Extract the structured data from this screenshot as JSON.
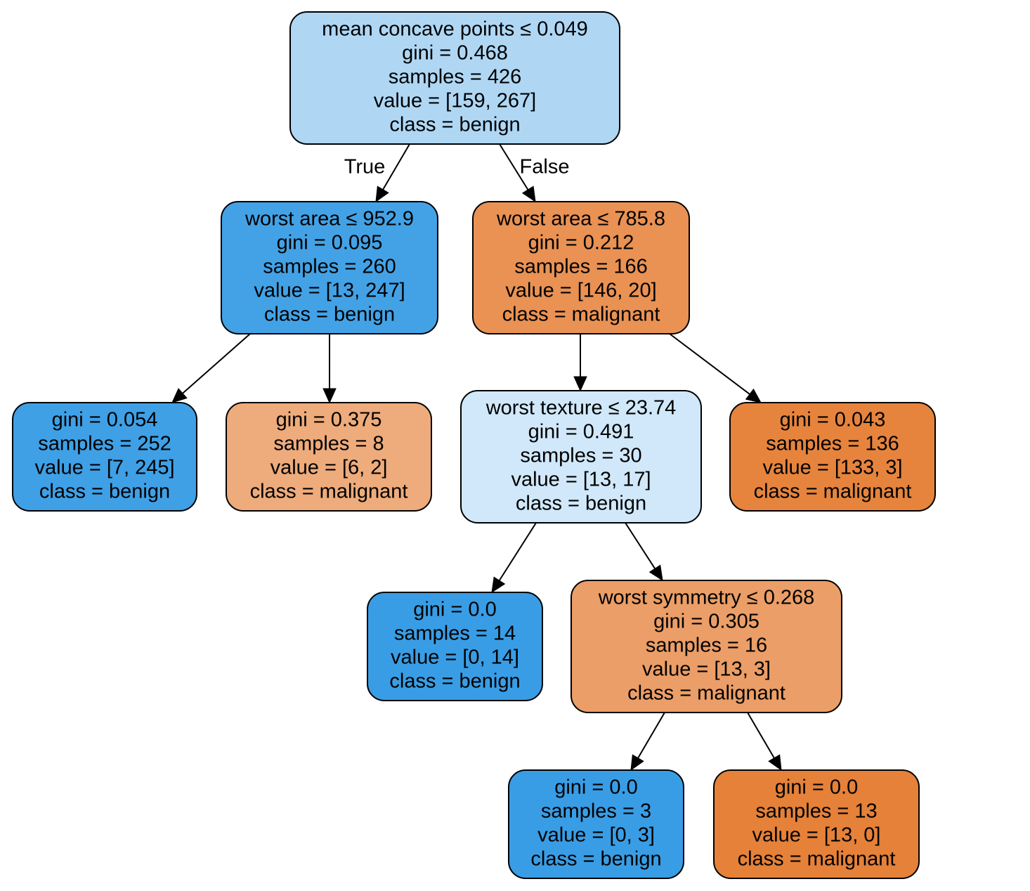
{
  "tree": {
    "nodes": {
      "n0": {
        "lines": [
          "mean concave points ≤ 0.049",
          "gini = 0.468",
          "samples = 426",
          "value = [159, 267]",
          "class = benign"
        ],
        "fill": "#afd7f4"
      },
      "n1": {
        "lines": [
          "worst area ≤ 952.9",
          "gini = 0.095",
          "samples = 260",
          "value = [13, 247]",
          "class = benign"
        ],
        "fill": "#43a2e6"
      },
      "n2": {
        "lines": [
          "gini = 0.054",
          "samples = 252",
          "value = [7, 245]",
          "class = benign"
        ],
        "fill": "#3fa0e6"
      },
      "n3": {
        "lines": [
          "gini = 0.375",
          "samples = 8",
          "value = [6, 2]",
          "class = malignant"
        ],
        "fill": "#eeab7b"
      },
      "n4": {
        "lines": [
          "worst area ≤ 785.8",
          "gini = 0.212",
          "samples = 166",
          "value = [146, 20]",
          "class = malignant"
        ],
        "fill": "#e99254"
      },
      "n5": {
        "lines": [
          "worst texture ≤ 23.74",
          "gini = 0.491",
          "samples = 30",
          "value = [13, 17]",
          "class = benign"
        ],
        "fill": "#d0e8f9"
      },
      "n6": {
        "lines": [
          "gini = 0.0",
          "samples = 14",
          "value = [0, 14]",
          "class = benign"
        ],
        "fill": "#399de5"
      },
      "n7": {
        "lines": [
          "worst symmetry ≤ 0.268",
          "gini = 0.305",
          "samples = 16",
          "value = [13, 3]",
          "class = malignant"
        ],
        "fill": "#eb9e67"
      },
      "n8": {
        "lines": [
          "gini = 0.0",
          "samples = 3",
          "value = [0, 3]",
          "class = benign"
        ],
        "fill": "#399de5"
      },
      "n9": {
        "lines": [
          "gini = 0.0",
          "samples = 13",
          "value = [13, 0]",
          "class = malignant"
        ],
        "fill": "#e58139"
      },
      "n10": {
        "lines": [
          "gini = 0.043",
          "samples = 136",
          "value = [133, 3]",
          "class = malignant"
        ],
        "fill": "#e6843d"
      }
    },
    "edges": [
      {
        "from": "n0",
        "to": "n1",
        "label": "True"
      },
      {
        "from": "n0",
        "to": "n4",
        "label": "False"
      },
      {
        "from": "n1",
        "to": "n2",
        "label": ""
      },
      {
        "from": "n1",
        "to": "n3",
        "label": ""
      },
      {
        "from": "n4",
        "to": "n5",
        "label": ""
      },
      {
        "from": "n4",
        "to": "n10",
        "label": ""
      },
      {
        "from": "n5",
        "to": "n6",
        "label": ""
      },
      {
        "from": "n5",
        "to": "n7",
        "label": ""
      },
      {
        "from": "n7",
        "to": "n8",
        "label": ""
      },
      {
        "from": "n7",
        "to": "n9",
        "label": ""
      }
    ]
  }
}
